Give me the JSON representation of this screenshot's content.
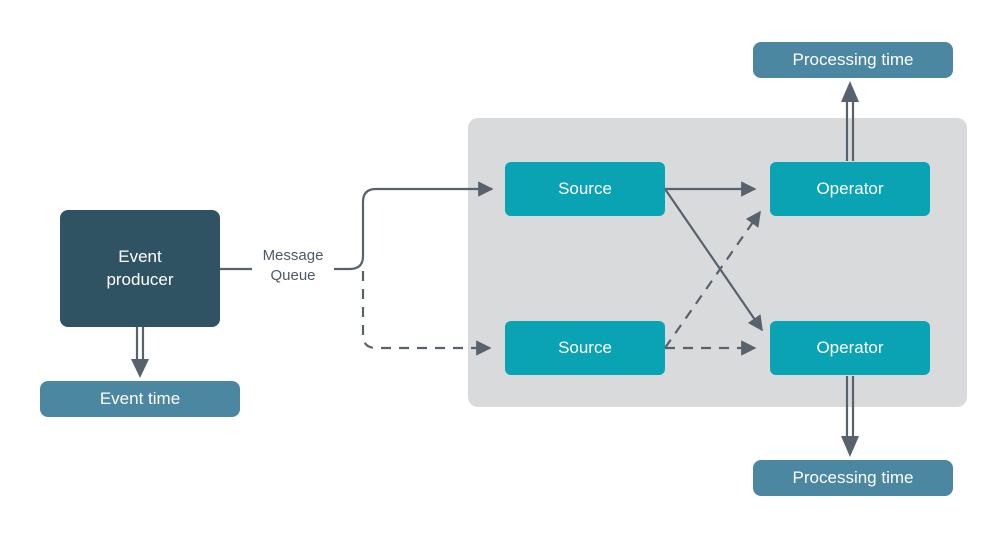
{
  "diagram": {
    "title": "Event time vs processing time streaming diagram",
    "nodes": {
      "event_producer": "Event\nproducer",
      "event_time": "Event time",
      "message_queue": "Message\nQueue",
      "source_top": "Source",
      "source_bottom": "Source",
      "operator_top": "Operator",
      "operator_bottom": "Operator",
      "processing_time_top": "Processing time",
      "processing_time_bottom": "Processing time"
    },
    "colors": {
      "producer_fill": "#2F5363",
      "time_fill": "#4C87A2",
      "node_fill": "#0AA3B4",
      "container_fill": "#D9DADC",
      "arrow": "#57626C",
      "label_text": "#4D5966",
      "box_text": "#FFFFFF",
      "background": "#FFFFFF"
    }
  }
}
